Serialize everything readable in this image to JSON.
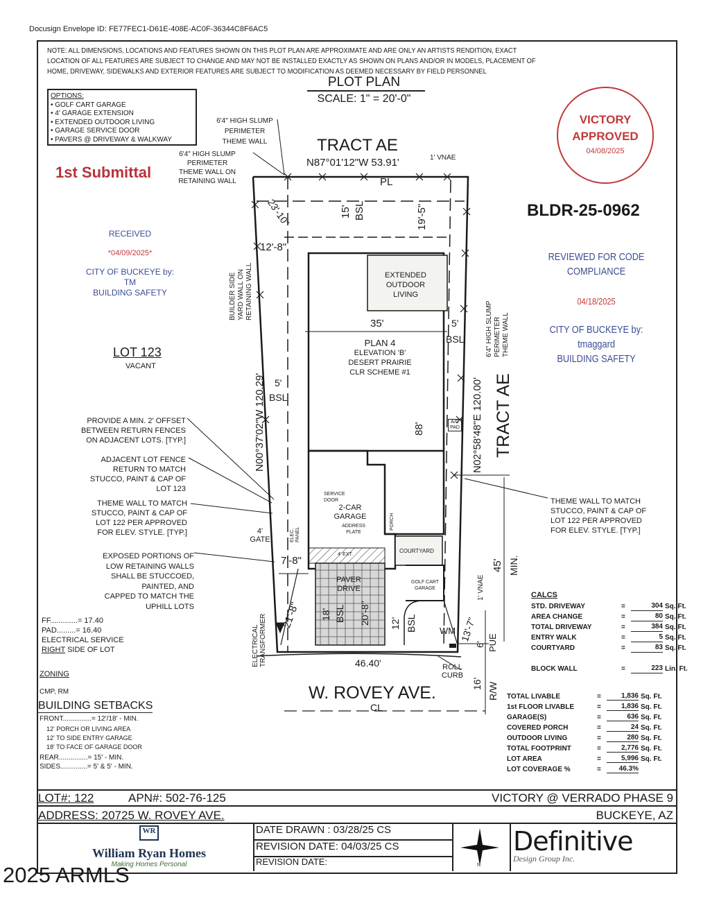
{
  "envelope_id": "Docusign Envelope ID: FE77FEC1-D61E-408E-AC0F-36344C8F6AC5",
  "note": [
    "NOTE: ALL DIMENSIONS, LOCATIONS AND FEATURES SHOWN ON THIS PLOT PLAN ARE APPROXIMATE AND ARE ONLY AN ARTISTS RENDITION, EXACT",
    "LOCATION OF ALL FEATURES ARE SUBJECT TO CHANGE AND MAY NOT BE INSTALLED EXACTLY AS SHOWN ON PLANS AND/OR IN MODELS, PLACEMENT OF",
    "HOME, DRIVEWAY, SIDEWALKS AND EXTERIOR FEATURES ARE SUBJECT TO MODIFICATION AS DEEMED NECESSARY BY FIELD PERSONNEL"
  ],
  "title": "PLOT PLAN",
  "scale": "SCALE: 1\" = 20'-0\"",
  "options": {
    "heading": "OPTIONS:",
    "items": [
      "• GOLF CART GARAGE",
      "• 4' GARAGE EXTENSION",
      "• EXTENDED OUTDOOR LIVING",
      "• GARAGE SERVICE DOOR",
      "• PAVERS @ DRIVEWAY & WALKWAY"
    ]
  },
  "stamp_victory": {
    "line1": "VICTORY",
    "line2": "APPROVED",
    "date": "04/08/2025",
    "color": "#c0393b"
  },
  "submittal": "1st Submittal",
  "received": {
    "label": "RECEIVED",
    "date": "*04/09/2025*",
    "city": "CITY OF BUCKEYE by:",
    "by": "TM",
    "dept": "BUILDING SAFETY"
  },
  "permit": "BLDR-25-0962",
  "reviewed": {
    "line1": "REVIEWED FOR CODE",
    "line2": "COMPLIANCE",
    "date": "04/18/2025",
    "city": "CITY OF BUCKEYE by:",
    "by": "tmaggard",
    "dept": "BUILDING SAFETY"
  },
  "lot_left": {
    "label": "LOT 123",
    "status": "VACANT"
  },
  "plan": {
    "tract_top": "TRACT AE",
    "bearing_top": "N87°01'12\"W 53.91'",
    "wall_top_1": [
      "6'4\" HIGH SLUMP",
      "PERIMETER",
      "THEME WALL"
    ],
    "wall_top_2": [
      "6'4\" HIGH SLUMP",
      "PERIMETER",
      "THEME WALL ON",
      "RETAINING WALL"
    ],
    "vnae_top": "1' VNAE",
    "dim_23_10": "23'-10\"",
    "dim_12_8": "12'-8\"",
    "dim_15": "15'",
    "bsl": "BSL",
    "dim_19_5": "19'-5\"",
    "builder_wall": [
      "BUILDER SIDE",
      "YARD WALL ON",
      "RETAINING WALL"
    ],
    "outdoor_living": [
      "EXTENDED",
      "OUTDOOR",
      "LIVING"
    ],
    "dim_35": "35'",
    "dim_5": "5'",
    "plan_name": [
      "PLAN 4",
      "ELEVATION 'B'",
      "DESERT PRAIRIE",
      "CLR SCHEME #1"
    ],
    "dim_88": "88'",
    "bearing_left": "N00°37'02\"W 120.29'",
    "bearing_right": "N02°58'48\"E 120.00'",
    "wall_right": [
      "6'4\" HIGH SLUMP",
      "PERIMETER",
      "THEME WALL"
    ],
    "tract_right": "TRACT AE",
    "ac_pad": "A/C PAD",
    "pl": "PL",
    "service_door": [
      "SERVICE",
      "DOOR"
    ],
    "garage": [
      "2-CAR",
      "GARAGE"
    ],
    "address_plate": [
      "ADDRESS",
      "PLATE"
    ],
    "porch": "PORCH",
    "elec_panel": [
      "ELEC.",
      "PANEL"
    ],
    "gate": [
      "4'",
      "GATE"
    ],
    "ext_4": "4' EXT.",
    "courtyard": "COURTYARD",
    "golf_cart": [
      "GOLF CART",
      "GARAGE"
    ],
    "paver": [
      "PAVER",
      "DRIVE"
    ],
    "dim_7_8": "7'-8\"",
    "dim_21_8": "21'-8\"",
    "dim_18": "18'",
    "dim_20_8": "20'-8\"",
    "dim_12": "12'",
    "dim_13_7": "13'-7\"",
    "wm": "WM",
    "vnae_right": "1' VNAE",
    "dim_45": "45'",
    "min": "MIN.",
    "dim_6": "6'",
    "pue": "PUE",
    "dim_16": "16'",
    "rw": "R/W",
    "frontage": "46.40'",
    "roll_curb": [
      "ROLL",
      "CURB"
    ],
    "transformer": [
      "ELECTRICAL",
      "TRANSFORMER"
    ],
    "street": "W. ROVEY AVE.",
    "centerline": "CL"
  },
  "notes_left": [
    [
      "PROVIDE A MIN. 2' OFFSET",
      "BETWEEN RETURN FENCES",
      "ON ADJACENT LOTS. [TYP.]"
    ],
    [
      "ADJACENT LOT FENCE",
      "RETURN TO MATCH",
      "STUCCO, PAINT & CAP OF",
      "LOT 123"
    ],
    [
      "THEME WALL TO MATCH",
      "STUCCO, PAINT & CAP OF",
      "LOT 122 PER APPROVED",
      "FOR ELEV. STYLE. [TYP.]"
    ],
    [
      "EXPOSED PORTIONS OF",
      "LOW RETAINING WALLS",
      "SHALL BE STUCCOED,",
      "PAINTED, AND",
      "CAPPED TO MATCH THE",
      "UPHILL LOTS"
    ]
  ],
  "note_right": [
    "THEME WALL TO MATCH",
    "STUCCO, PAINT & CAP OF",
    "LOT 122 PER APPROVED",
    "FOR ELEV. STYLE. [TYP.]"
  ],
  "elevations": {
    "ff": "FF.............= 17.40",
    "pad": "PAD.........= 16.40",
    "service": "ELECTRICAL SERVICE",
    "side_word": "RIGHT",
    "side_rest": " SIDE OF LOT"
  },
  "zoning": {
    "heading": "ZONING",
    "value": "CMP, RM"
  },
  "setbacks": {
    "heading": "BUILDING SETBACKS",
    "front": "FRONT...............= 12'/18' - MIN.",
    "front_notes": [
      "12' PORCH OR LIVING AREA",
      "12' TO SIDE ENTRY GARAGE",
      "18' TO FACE OF GARAGE DOOR"
    ],
    "rear": "REAR...............= 15' - MIN.",
    "sides": "SIDES..............= 5' & 5' - MIN."
  },
  "calcs": {
    "heading": "CALCS",
    "rows": [
      {
        "label": "STD. DRIVEWAY",
        "value": "304",
        "unit": "Sq. Ft."
      },
      {
        "label": "AREA CHANGE",
        "value": "80",
        "unit": "Sq. Ft."
      },
      {
        "label": "TOTAL DRIVEWAY",
        "value": "384",
        "unit": "Sq. Ft."
      },
      {
        "label": "ENTRY WALK",
        "value": "5",
        "unit": "Sq. Ft."
      },
      {
        "label": "COURTYARD",
        "value": "83",
        "unit": "Sq. Ft."
      }
    ],
    "block_wall": {
      "label": "BLOCK WALL",
      "value": "223",
      "unit": "Lin. Ft."
    }
  },
  "totals": [
    {
      "label": "TOTAL LIVABLE",
      "value": "1,836",
      "unit": "Sq. Ft."
    },
    {
      "label": "1st FLOOR LIVABLE",
      "value": "1,836",
      "unit": "Sq. Ft."
    },
    {
      "label": "GARAGE(S)",
      "value": "636",
      "unit": "Sq. Ft."
    },
    {
      "label": "COVERED PORCH",
      "value": "24",
      "unit": "Sq. Ft."
    },
    {
      "label": "OUTDOOR LIVING",
      "value": "280",
      "unit": "Sq. Ft."
    },
    {
      "label": "TOTAL FOOTPRINT",
      "value": "2,776",
      "unit": "Sq. Ft."
    },
    {
      "label": "LOT AREA",
      "value": "5,996",
      "unit": "Sq. Ft."
    },
    {
      "label": "LOT COVERAGE %",
      "value": "46.3%",
      "unit": ""
    }
  ],
  "title_block": {
    "lot": "LOT#: 122",
    "apn": "APN#: 502-76-125",
    "subdivision": "VICTORY @ VERRADO PHASE 9",
    "address": "ADDRESS: 20725 W. ROVEY AVE.",
    "city": "BUCKEYE, AZ",
    "builder_logo": {
      "mark": "WR",
      "name": "William Ryan Homes",
      "tagline": "Making Homes Personal"
    },
    "date_drawn": "DATE DRAWN  : 03/28/25 CS",
    "revision_1": "REVISION DATE: 04/03/25 CS",
    "revision_2": "REVISION DATE:",
    "north": "N",
    "designer_logo": {
      "name": "Definitive",
      "tagline": "Design Group Inc."
    }
  },
  "watermark": "2025 ARMLS"
}
